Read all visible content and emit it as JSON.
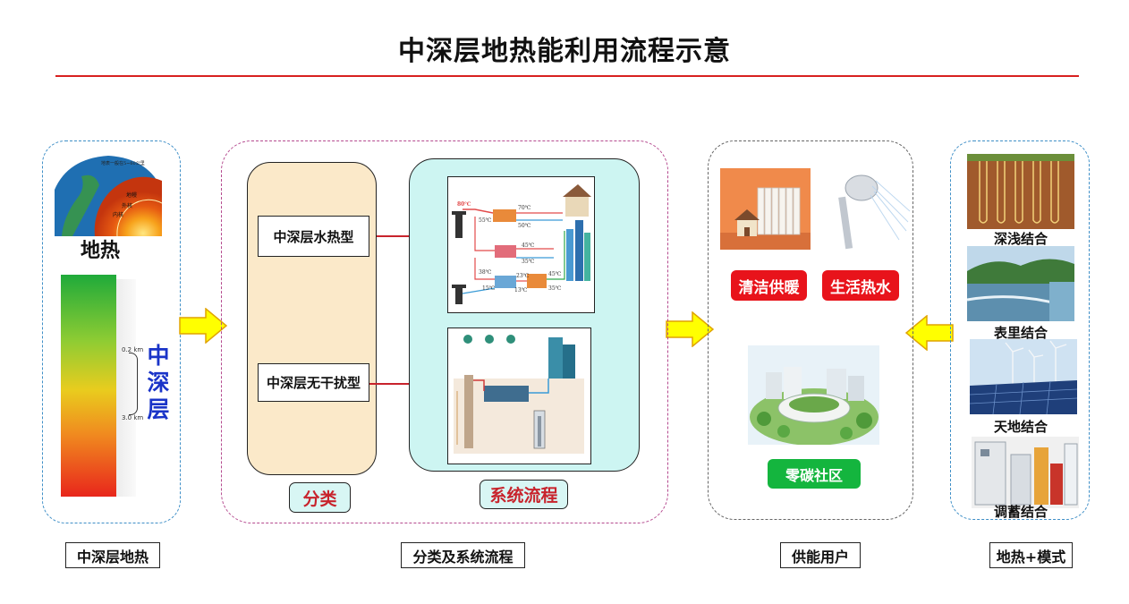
{
  "title": "中深层地热能利用流程示意",
  "geothermal": {
    "label": "地热",
    "depth_top": "0.2 km",
    "depth_bottom": "3.0 km",
    "zone_label": "中深层"
  },
  "classification": {
    "types": [
      "中深层水热型",
      "中深层无干扰型"
    ],
    "class_label": "分类",
    "flow_label": "系统流程"
  },
  "hydro_diagram": {
    "temps": [
      "80℃",
      "55℃",
      "70℃",
      "50℃",
      "45℃",
      "35℃",
      "38℃",
      "23℃",
      "15℃",
      "13℃",
      "45℃",
      "35℃"
    ]
  },
  "users": {
    "heating": "清洁供暖",
    "hot_water": "生活热水",
    "zero_carbon": "零碳社区"
  },
  "modes": [
    "深浅结合",
    "表里结合",
    "天地结合",
    "调蓄结合"
  ],
  "bottom_labels": [
    "中深层地热",
    "分类及系统流程",
    "供能用户",
    "地热+模式"
  ],
  "colors": {
    "accent_red": "#e8131b",
    "title_rule": "#d8201f",
    "zone_blue": "#1a34c8",
    "green_btn": "#14b53e",
    "arrow_yellow": "#ffff00"
  }
}
